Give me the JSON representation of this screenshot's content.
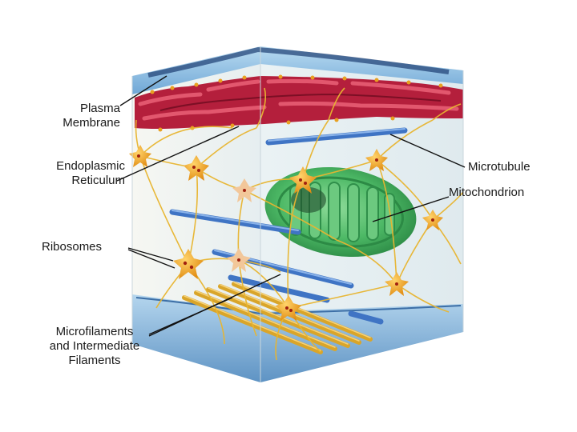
{
  "labels": {
    "plasma_membrane": [
      "Plasma",
      "Membrane"
    ],
    "endoplasmic_reticulum": [
      "Endoplasmic",
      "Reticulum"
    ],
    "ribosomes": [
      "Ribosomes"
    ],
    "microfilaments": [
      "Microfilaments",
      "and Intermediate",
      "Filaments"
    ],
    "microtubule": [
      "Microtubule"
    ],
    "mitochondrion": [
      "Mitochondrion"
    ]
  },
  "colors": {
    "membrane_top": "#9ec9e8",
    "membrane_dark": "#1c3d72",
    "er": "#b41f3c",
    "cytoplasm": "#eef4f6",
    "filament": "#e8b530",
    "microtubule": "#3f74c4",
    "mitochondrion": "#3fae5a",
    "ribosome": "#e8a020"
  }
}
